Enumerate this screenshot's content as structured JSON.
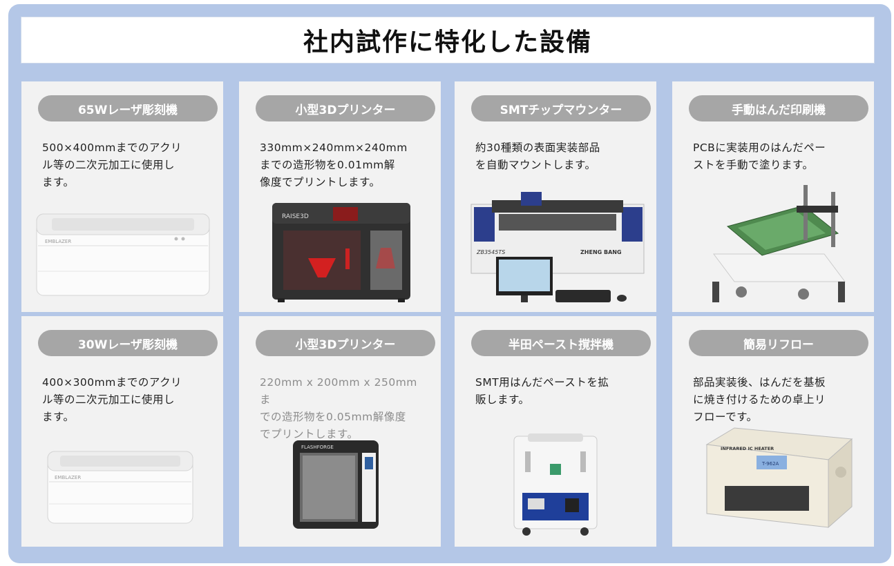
{
  "title": "社内試作に特化した設備",
  "cards": [
    {
      "label": "65Wレーザ彫刻機",
      "desc": "500×400mmまでのアクリ\nル等の二次元加工に使用し\nます。",
      "brand": "EMBLAZER"
    },
    {
      "label": "小型3Dプリンター",
      "desc": "330mm×240mm×240mm\nまでの造形物を0.01mm解\n像度でプリントします。",
      "brand": "RAISE3D"
    },
    {
      "label": "SMTチップマウンター",
      "desc": "約30種類の表面実装部品\nを自動マウントします。",
      "model": "ZB3545TS",
      "brand": "ZHENG BANG"
    },
    {
      "label": "手動はんだ印刷機",
      "desc": "PCBに実装用のはんだペー\nストを手動で塗ります。"
    },
    {
      "label": "30Wレーザ彫刻機",
      "desc": "400×300mmまでのアクリ\nル等の二次元加工に使用し\nます。",
      "brand": "EMBLAZER"
    },
    {
      "label": "小型3Dプリンター",
      "desc": "220mm x 200mm x 250mmま\nでの造形物を0.05mm解像度\nでプリントします。",
      "brand": "FLASHFORGE"
    },
    {
      "label": "半田ペースト撹拌機",
      "desc": "SMT用はんだペーストを拡\n販します。"
    },
    {
      "label": "簡易リフロー",
      "desc": "部品実装後、はんだを基板\nに焼き付けるための卓上リ\nフローです。",
      "brand": "INFRARED IC HEATER",
      "display": "T-962A"
    }
  ]
}
